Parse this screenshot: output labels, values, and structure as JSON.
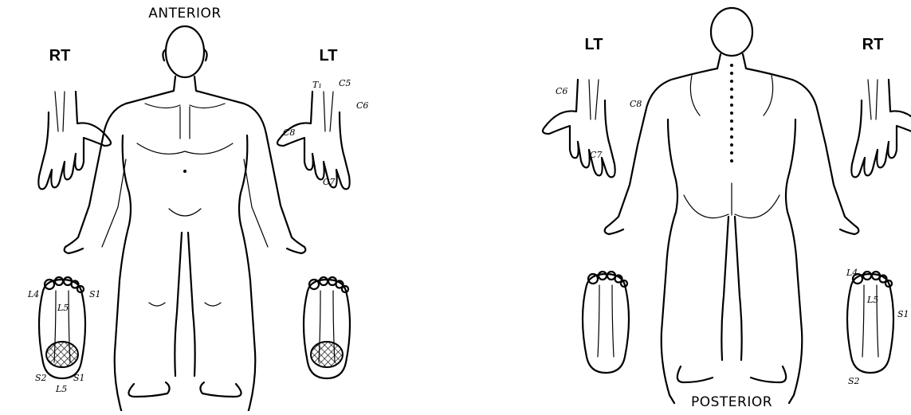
{
  "anterior": {
    "title": "ANTERIOR",
    "right_side": "RT",
    "left_side": "LT",
    "left_hand_labels": [
      "T₁",
      "C5",
      "C6",
      "C8",
      "C7"
    ],
    "right_foot_labels": [
      "L4",
      "L5",
      "S1",
      "S2",
      "S1",
      "L5"
    ]
  },
  "posterior": {
    "title": "POSTERIOR",
    "left_side": "LT",
    "right_side": "RT",
    "left_hand_labels": [
      "C6",
      "C8",
      "C7"
    ],
    "right_foot_labels": [
      "L4",
      "L5",
      "S1",
      "S2"
    ]
  }
}
